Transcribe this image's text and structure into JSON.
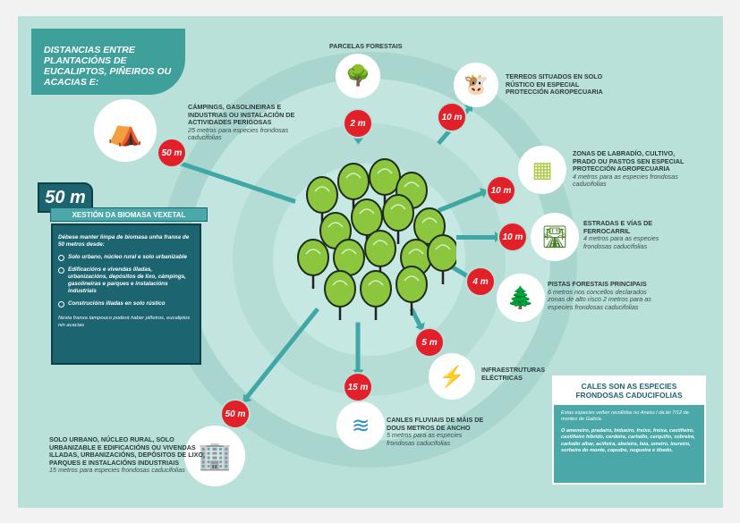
{
  "title": "DISTANCIAS ENTRE PLANTACIÓNS DE EUCALIPTOS, PIÑEIROS OU ACACIAS E:",
  "biomass": {
    "distance": "50 m",
    "heading": "XESTIÓN DA BIOMASA VEXETAL",
    "intro": "Débese manter limpa de biomasa unha franxa de 50 metros desde:",
    "items": [
      "Solo urbano, núcleo rural e solo urbanizable",
      "Edificacións e vivendas illadas, urbanizacións, depósitos de lixo, cámpings, gasolineiras e parques e instalacións industriais",
      "Construcións illadas en solo rústico"
    ],
    "note": "Nesta franxa tampouco poderá haber piñeiros, eucaliptos nin acacias"
  },
  "targets": [
    {
      "id": "parcelas",
      "distance": "2 m",
      "title": "PARCELAS FORESTAIS",
      "note": "",
      "icon": "forest-plot-icon"
    },
    {
      "id": "terreos",
      "distance": "10 m",
      "title": "TERREOS SITUADOS EN SOLO RÚSTICO EN ESPECIAL PROTECCIÓN AGROPECUARIA",
      "note": "",
      "icon": "cow-icon"
    },
    {
      "id": "zonas",
      "distance": "10 m",
      "title": "ZONAS DE LABRADÍO, CULTIVO, PRADO OU PASTOS SEN ESPECIAL PROTECCIÓN AGROPECUARIA",
      "note": "4 metros para as especies frondosas caducifolias",
      "icon": "field-icon"
    },
    {
      "id": "estradas",
      "distance": "10 m",
      "title": "ESTRADAS E VÍAS DE FERROCARRIL",
      "note": "4 metros para as especies frondosas caducifolias",
      "icon": "road-icon"
    },
    {
      "id": "pistas",
      "distance": "4 m",
      "title": "PISTAS FORESTAIS PRINCIPAIS",
      "note": "6 metros nos concellos declarados zonas de alto risco 2 metros para as especies frondosas caducifolias",
      "icon": "forest-track-icon"
    },
    {
      "id": "infra",
      "distance": "5 m",
      "title": "INFRAESTRUTURAS ELÉCTRICAS",
      "note": "",
      "icon": "lightning-icon"
    },
    {
      "id": "canles",
      "distance": "15 m",
      "title": "CANLES FLUVIAIS DE MÁIS DE DOUS METROS DE ANCHO",
      "note": "5 metros para as especies frondosas caducifolias",
      "icon": "water-icon"
    },
    {
      "id": "solo",
      "distance": "50 m",
      "title": "SOLO URBANO, NÚCLEO RURAL, SOLO URBANIZABLE E EDIFICACIÓNS OU VIVENDAS ILLADAS, URBANIZACIÓNS, DEPÓSITOS DE LIXO, PARQUES E INSTALACIÓNS INDUSTRIAIS",
      "note": "15 metros para especies frondosas caducifolias",
      "icon": "buildings-icon"
    },
    {
      "id": "campings",
      "distance": "50 m",
      "title": "CÁMPINGS, GASOLINEIRAS E INDUSTRIAS OU INSTALACIÓN DE ACTIVIDADES PERIGOSAS",
      "note": "25 metros para especies frondosas caducifolias",
      "icon": "camping-fuel-factory-icon"
    }
  ],
  "cales": {
    "heading": "CALES SON AS ESPECIES FRONDOSAS CADUCIFOLIAS",
    "law": "Estas especies veñen recollidas no Anexo I da lei 7/12 de montes de Galicia.",
    "species": "O ameneiro, pradairo, bidueiro, freixo, freixa, castiñeiro, castiñeiro híbrido, cerdeira, carballo, cerquiño, sobreira, carballo albar, aciñeira, abeleira, faia, umeiro, loureiro, sorbeira do monte, capudre, nogueira e ítbedo."
  },
  "colors": {
    "accent": "#3e9f9b",
    "dark": "#1c6470",
    "red": "#e2202a",
    "tree": "#8cc63f"
  }
}
